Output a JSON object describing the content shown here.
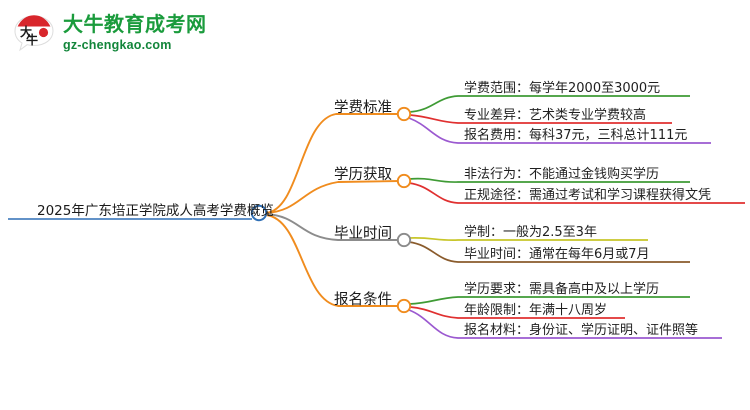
{
  "brand": {
    "logo_icon": "speech-bubble-logo-icon",
    "name_cn": "大牛教育成考网",
    "url": "gz-chengkao.com",
    "name_color": "#1a9b3c",
    "url_color": "#12853a",
    "mark_color": "#d8262c"
  },
  "mindmap": {
    "root": {
      "label": "2025年广东培正学院成人高考学费概览",
      "node_color": "#2f6fb5",
      "underline_color": "#2f6fb5"
    },
    "branches": [
      {
        "label": "学费标准",
        "connector_color": "#f08c1e",
        "node_color": "#f08c1e",
        "leaves": [
          {
            "label": "学费范围：每学年2000至3000元",
            "color": "#3f9b35"
          },
          {
            "label": "专业差异：艺术类专业学费较高",
            "color": "#e03030"
          },
          {
            "label": "报名费用：每科37元，三科总计111元",
            "color": "#9b59d0"
          }
        ]
      },
      {
        "label": "学历获取",
        "connector_color": "#f08c1e",
        "node_color": "#f08c1e",
        "leaves": [
          {
            "label": "非法行为：不能通过金钱购买学历",
            "color": "#3f9b35"
          },
          {
            "label": "正规途径：需通过考试和学习课程获得文凭",
            "color": "#e03030"
          }
        ]
      },
      {
        "label": "毕业时间",
        "connector_color": "#8c8c8c",
        "node_color": "#8c8c8c",
        "leaves": [
          {
            "label": "学制：一般为2.5至3年",
            "color": "#c8c62a"
          },
          {
            "label": "毕业时间：通常在每年6月或7月",
            "color": "#8a5b2c"
          }
        ]
      },
      {
        "label": "报名条件",
        "connector_color": "#f08c1e",
        "node_color": "#f08c1e",
        "leaves": [
          {
            "label": "学历要求：需具备高中及以上学历",
            "color": "#3f9b35"
          },
          {
            "label": "年龄限制：年满十八周岁",
            "color": "#e03030"
          },
          {
            "label": "报名材料：身份证、学历证明、证件照等",
            "color": "#9b59d0"
          }
        ]
      }
    ]
  }
}
